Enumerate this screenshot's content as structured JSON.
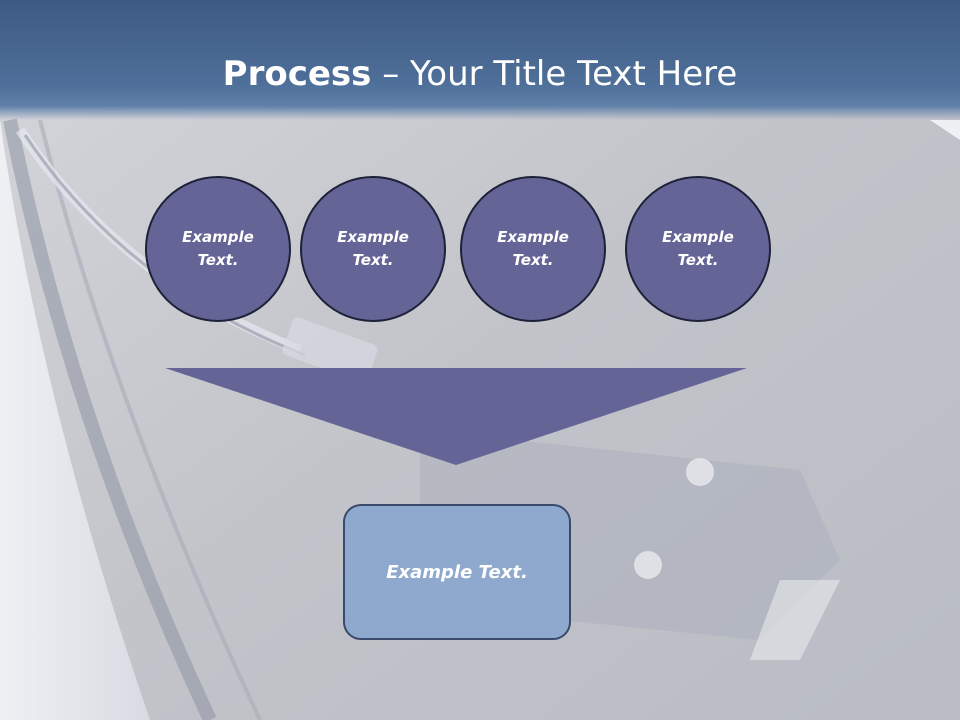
{
  "title": {
    "bold": "Process",
    "separator": " – ",
    "rest": "Your Title Text Here"
  },
  "circles": [
    {
      "label": "Example Text."
    },
    {
      "label": "Example Text."
    },
    {
      "label": "Example Text."
    },
    {
      "label": "Example Text."
    }
  ],
  "result": {
    "label": "Example Text."
  },
  "colors": {
    "header": "#4e6f99",
    "circle_fill": "#646496",
    "arrow_fill": "#646496",
    "box_fill": "#8fa9ce"
  }
}
